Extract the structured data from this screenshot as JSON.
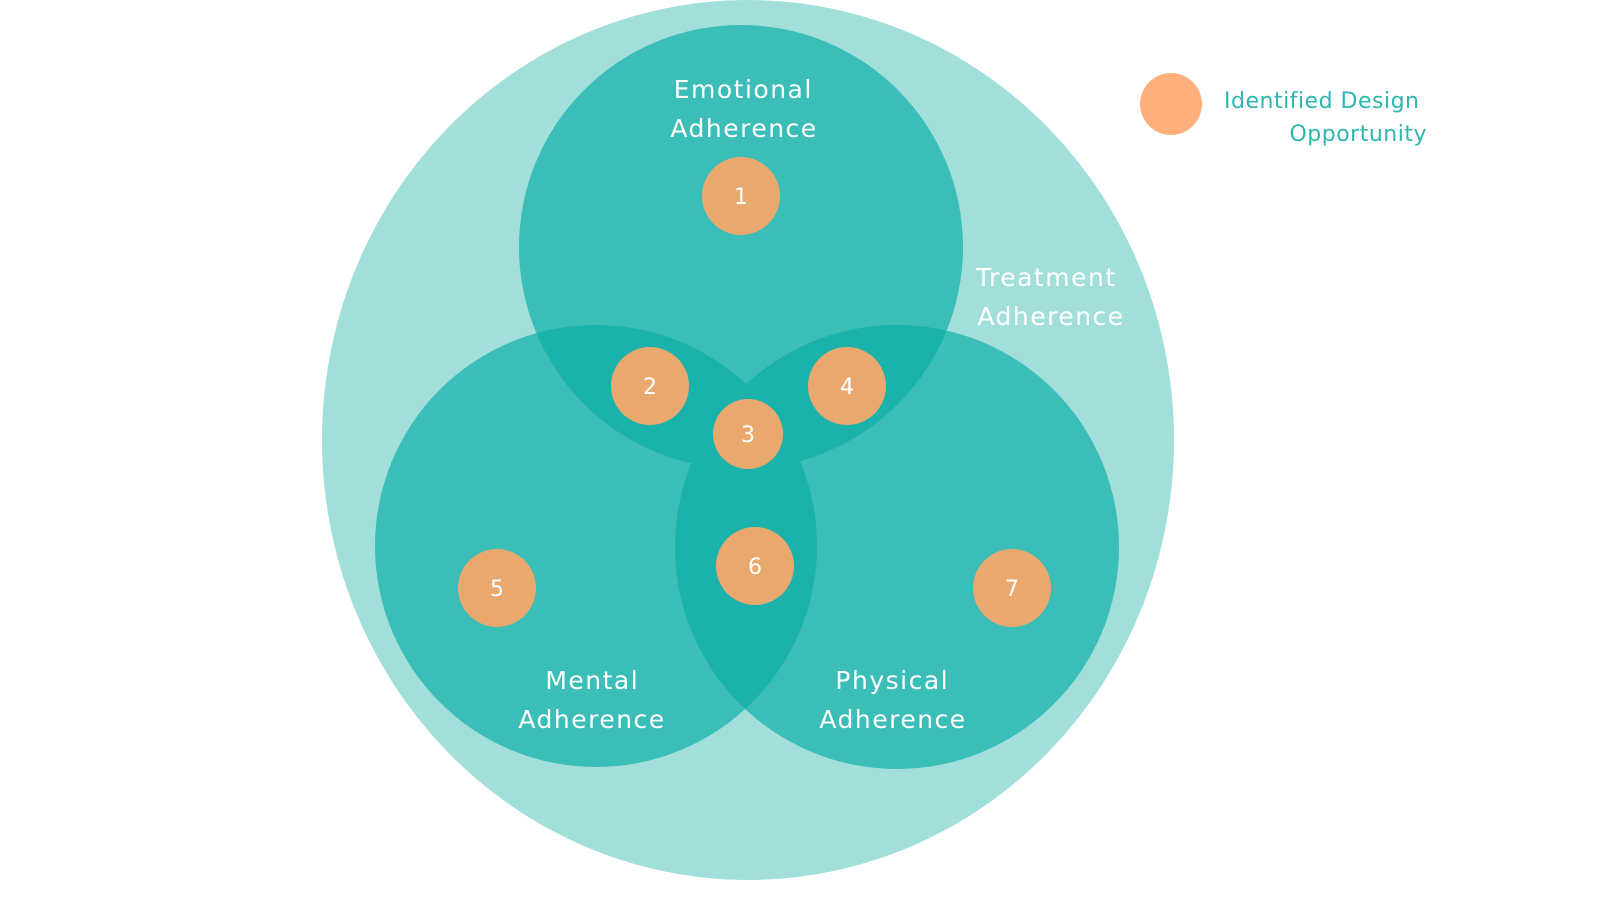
{
  "colors": {
    "outer": "#a2dfdb",
    "set": "#3bbdb8",
    "overlap": "#1bb2ac",
    "marker": "#e9a96e",
    "legend_marker": "#fdb07c",
    "label": "#ffffff",
    "legend_text": "#2cb8b0"
  },
  "outer_set": {
    "name": "treatment",
    "label_lines": [
      "Treatment",
      "Adherence"
    ]
  },
  "sets": [
    {
      "name": "emotional",
      "label_lines": [
        "Emotional",
        "Adherence"
      ]
    },
    {
      "name": "mental",
      "label_lines": [
        "Mental",
        "Adherence"
      ]
    },
    {
      "name": "physical",
      "label_lines": [
        "Physical",
        "Adherence"
      ]
    }
  ],
  "opportunities": [
    {
      "number": "1",
      "region": "emotional"
    },
    {
      "number": "2",
      "region": "emotional+mental"
    },
    {
      "number": "3",
      "region": "emotional+mental+physical"
    },
    {
      "number": "4",
      "region": "emotional+physical"
    },
    {
      "number": "5",
      "region": "mental"
    },
    {
      "number": "6",
      "region": "mental+physical"
    },
    {
      "number": "7",
      "region": "physical"
    }
  ],
  "legend": {
    "lines": [
      "Identified Design",
      "Opportunity"
    ]
  }
}
